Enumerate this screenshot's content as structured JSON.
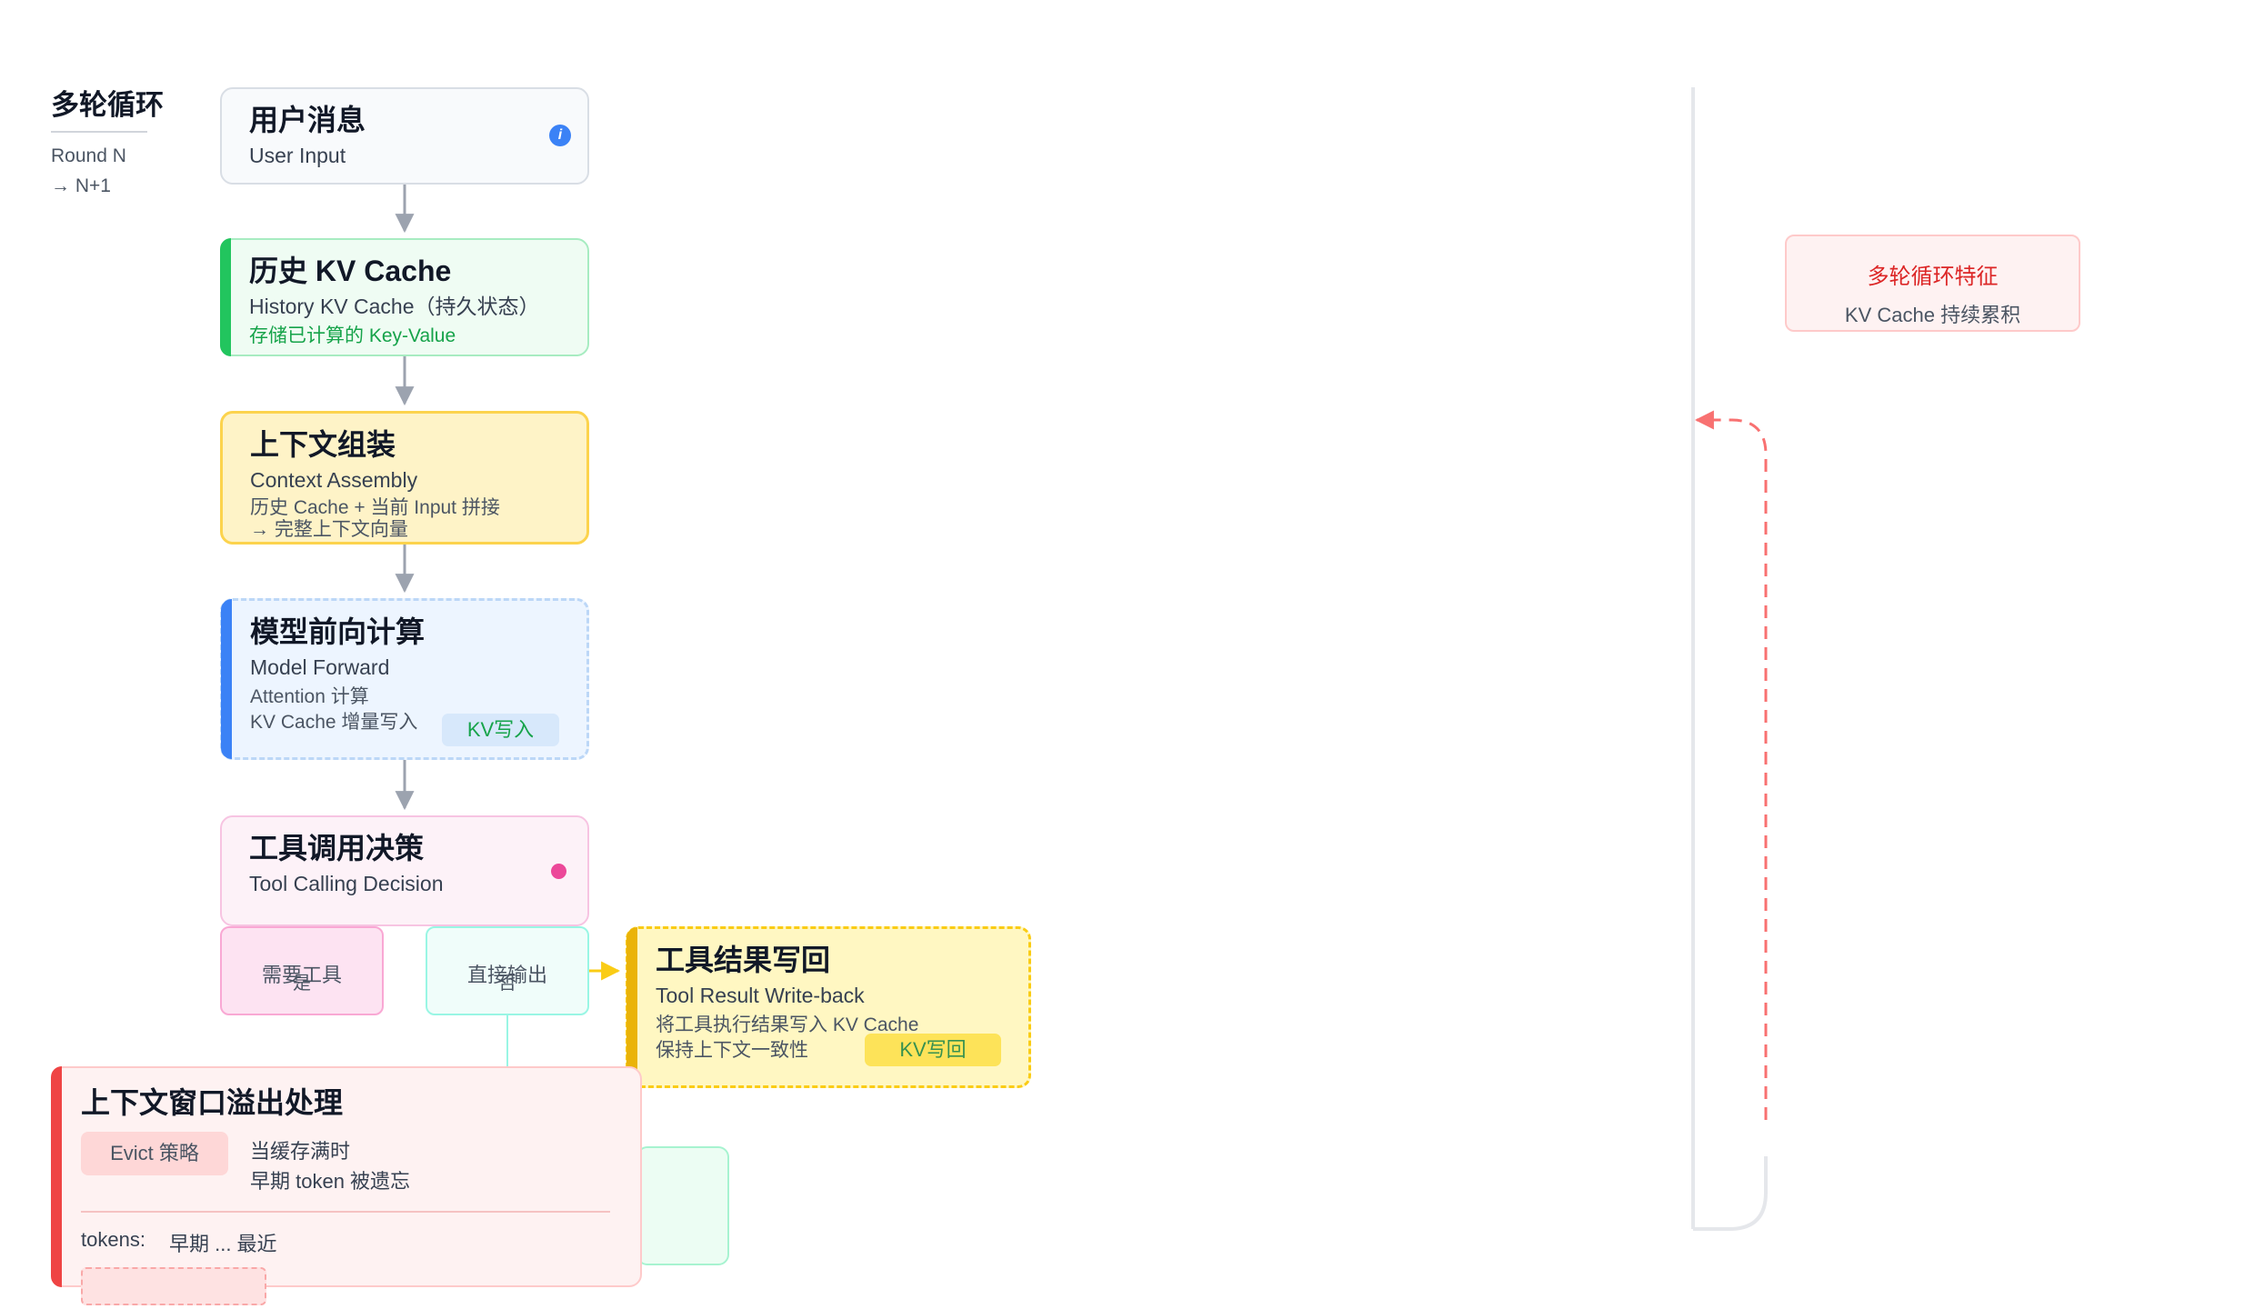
{
  "sidebar": {
    "title": "多轮循环",
    "round": "Round N",
    "next": "→ N+1"
  },
  "nodes": {
    "user": {
      "title": "用户消息",
      "subtitle": "User Input",
      "info_icon": "i"
    },
    "history": {
      "title": "历史 KV Cache",
      "subtitle": "History KV Cache（持久状态）",
      "detail": "存储已计算的 Key-Value"
    },
    "assembly": {
      "title": "上下文组装",
      "subtitle": "Context Assembly",
      "detail1": "历史 Cache + 当前 Input 拼接",
      "detail2": "→ 完整上下文向量"
    },
    "forward": {
      "title": "模型前向计算",
      "subtitle": "Model Forward",
      "detail1": "Attention 计算",
      "detail2": "KV Cache 增量写入",
      "badge": "KV写入"
    },
    "decision": {
      "title": "工具调用决策",
      "subtitle": "Tool Calling Decision"
    },
    "writeback": {
      "title": "工具结果写回",
      "subtitle": "Tool Result Write-back",
      "detail1": "将工具执行结果写入 KV Cache",
      "detail2": "保持上下文一致性",
      "badge": "KV写回"
    }
  },
  "branches": {
    "yes": {
      "label": "需要工具",
      "mark": "是"
    },
    "no": {
      "label": "直接输出",
      "mark": "否"
    }
  },
  "overflow": {
    "title": "上下文窗口溢出处理",
    "strategy": "Evict 策略",
    "desc1": "当缓存满时",
    "desc2": "早期 token 被遗忘",
    "tokens_label": "tokens:",
    "tokens_value": "早期 ... 最近"
  },
  "feature": {
    "title": "多轮循环特征",
    "subtitle": "KV Cache 持续累积"
  },
  "colors": {
    "arrow": "#9ca3af",
    "loop": "#f87171",
    "accent_green": "#22c55e",
    "accent_blue": "#3b82f6",
    "accent_yellow": "#eab308",
    "accent_red": "#ef4444"
  },
  "icons": [
    "info-icon",
    "status-dot-icon",
    "arrow-down-icon",
    "loop-arrow-icon"
  ]
}
